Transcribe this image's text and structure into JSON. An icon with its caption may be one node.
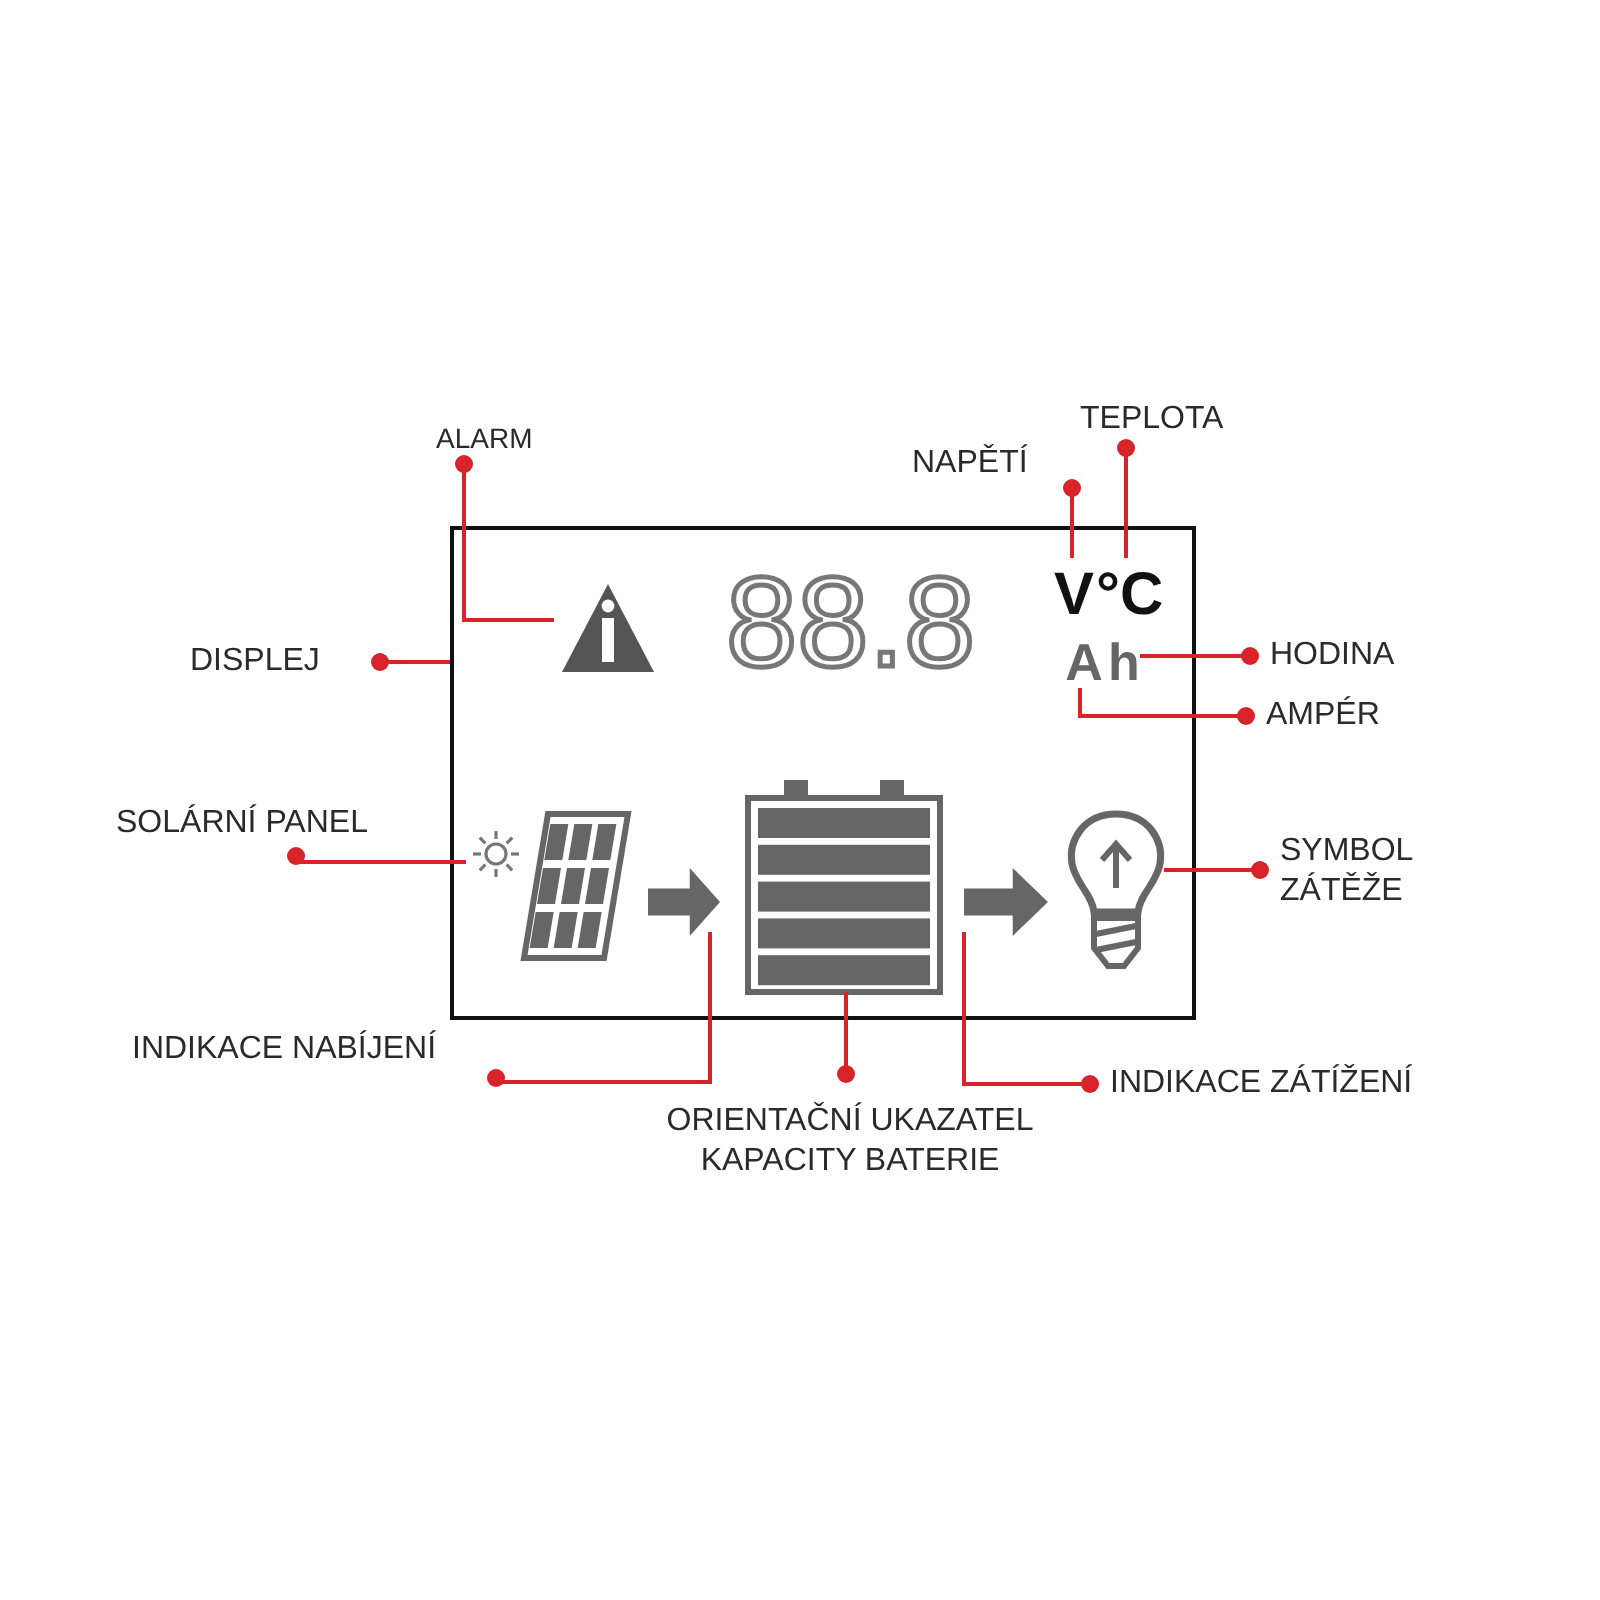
{
  "diagram": {
    "nodes": [
      {
        "text": [],
        "shape": "box"
      },
      {
        "text": [],
        "shape": "picture",
        "in": 0
      },
      {
        "text": [
          "V"
        ],
        "in": 0
      },
      {
        "text": [
          "°C"
        ],
        "in": 0
      },
      {
        "text": [
          "A"
        ],
        "in": 0
      },
      {
        "text": [
          "h"
        ],
        "in": 0
      },
      {
        "text": [],
        "shape": "picture",
        "in": 0
      },
      {
        "text": [],
        "shape": "arrow",
        "in": 0
      },
      {
        "text": [],
        "shape": "picture",
        "in": 0
      },
      {
        "text": [],
        "shape": "arrow",
        "in": 0
      },
      {
        "text": [],
        "shape": "picture",
        "in": 0
      },
      {
        "text": [
          "TEPLOTA"
        ]
      },
      {
        "text": [
          "ALARM"
        ]
      },
      {
        "text": [
          "NAPĚTÍ"
        ]
      },
      {
        "text": [
          "DISPLEJ"
        ]
      },
      {
        "text": [
          "HODINA"
        ]
      },
      {
        "text": [
          "AMPÉR"
        ]
      },
      {
        "text": [
          "SOLÁRNÍ PANEL"
        ]
      },
      {
        "text": [
          "SYMBOL ZÁTĚŽE"
        ]
      },
      {
        "text": [
          "INDIKACE NABÍJENÍ"
        ]
      },
      {
        "text": [
          "INDIKACE ZÁTÍŽENÍ"
        ]
      },
      {
        "text": [
          "ORIENTAČNÍ UKAZATEL KAPACITY BATERIE"
        ]
      }
    ],
    "edges": [
      {
        "from": 11,
        "to": 3,
        "arrow": "other"
      },
      {
        "from": 12,
        "to": 1,
        "arrow": "other"
      },
      {
        "from": 13,
        "to": 2,
        "arrow": "other"
      },
      {
        "from": 14,
        "to": 0,
        "arrow": "other"
      },
      {
        "from": 15,
        "to": 5,
        "arrow": "other"
      },
      {
        "from": 16,
        "to": 4,
        "arrow": "other"
      },
      {
        "from": 17,
        "to": 6,
        "arrow": "other"
      },
      {
        "from": 18,
        "to": 10,
        "arrow": "other"
      },
      {
        "from": 19,
        "to": 7,
        "arrow": "other"
      },
      {
        "from": 20,
        "to": 9,
        "arrow": "other"
      },
      {
        "from": 21,
        "to": 8,
        "arrow": "other"
      }
    ],
    "labels": [
      "88.8"
    ]
  }
}
